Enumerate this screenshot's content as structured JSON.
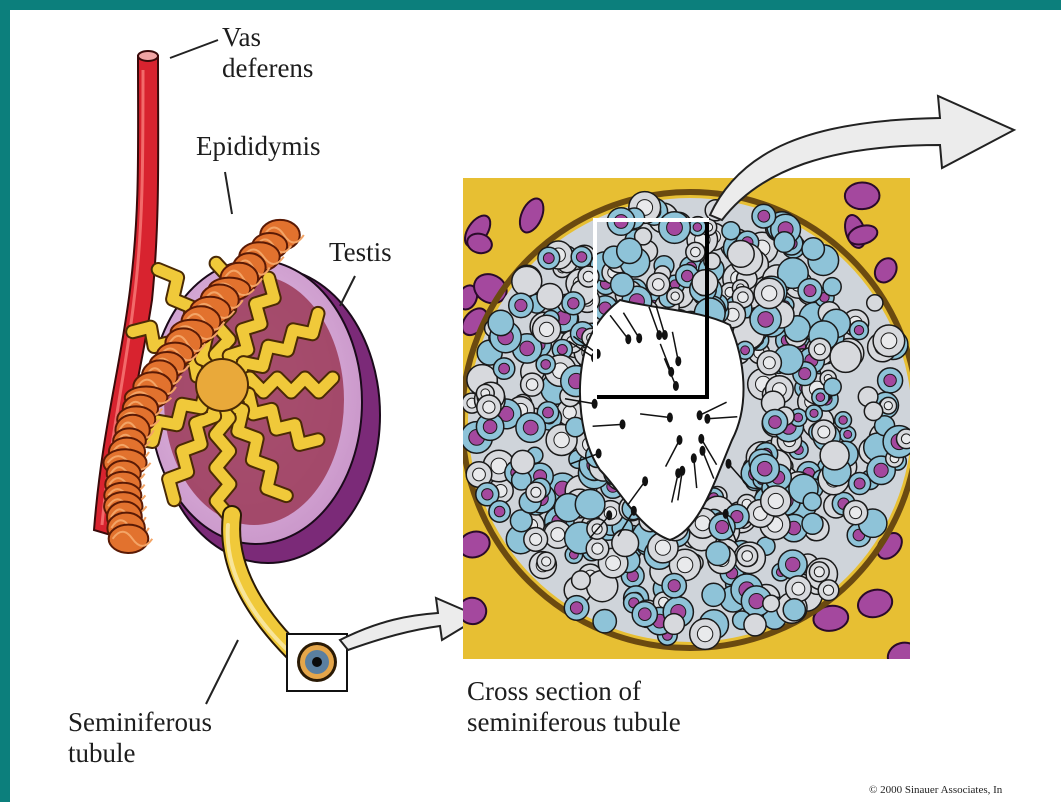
{
  "labels": {
    "vas_deferens": [
      "Vas",
      "deferens"
    ],
    "epididymis": "Epididymis",
    "testis": "Testis",
    "seminiferous_tubule": [
      "Seminiferous",
      "tubule"
    ],
    "cross_section": [
      "Cross section of",
      "seminiferous tubule"
    ]
  },
  "copyright": "© 2000 Sinauer Associates, In",
  "colors": {
    "background": "#0c7f7c",
    "vas_deferens": "#d8232f",
    "epididymis": "#e2722e",
    "testis_body": "#dcb3dc",
    "testis_rim": "#7b2a78",
    "tubule": "#f0c93a",
    "connective_tissue": "#ecc43a",
    "cell_blue": "#8ec3d8",
    "cell_nucleus": "#a4489e",
    "cell_gray": "#d7d9dd"
  }
}
